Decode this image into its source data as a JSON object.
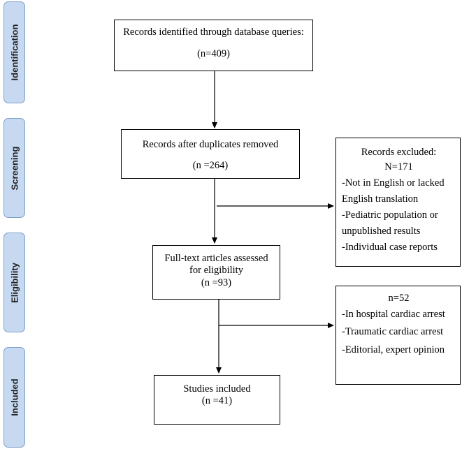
{
  "phases": {
    "identification": "Identification",
    "screening": "Screening",
    "eligibility": "Eligibility",
    "included": "Included"
  },
  "boxes": {
    "identified": {
      "title": "Records identified through database queries:",
      "count": "(n=409)"
    },
    "screened": {
      "title": "Records after duplicates removed",
      "count": "(n =264)"
    },
    "excluded_records": {
      "title": "Records excluded:",
      "count": "N=171",
      "reasons": [
        "-Not in English or lacked",
        "English translation",
        "-Pediatric population or",
        "unpublished results",
        "-Individual case reports"
      ]
    },
    "fulltext": {
      "line1": "Full-text articles assessed",
      "line2": "for eligibility",
      "count": "(n =93)"
    },
    "excluded_fulltext": {
      "count": "n=52",
      "reasons": [
        "-In hospital cardiac arrest",
        "-Traumatic cardiac arrest",
        "-Editorial, expert opinion"
      ]
    },
    "included": {
      "title": "Studies included",
      "count": "(n =41)"
    }
  }
}
